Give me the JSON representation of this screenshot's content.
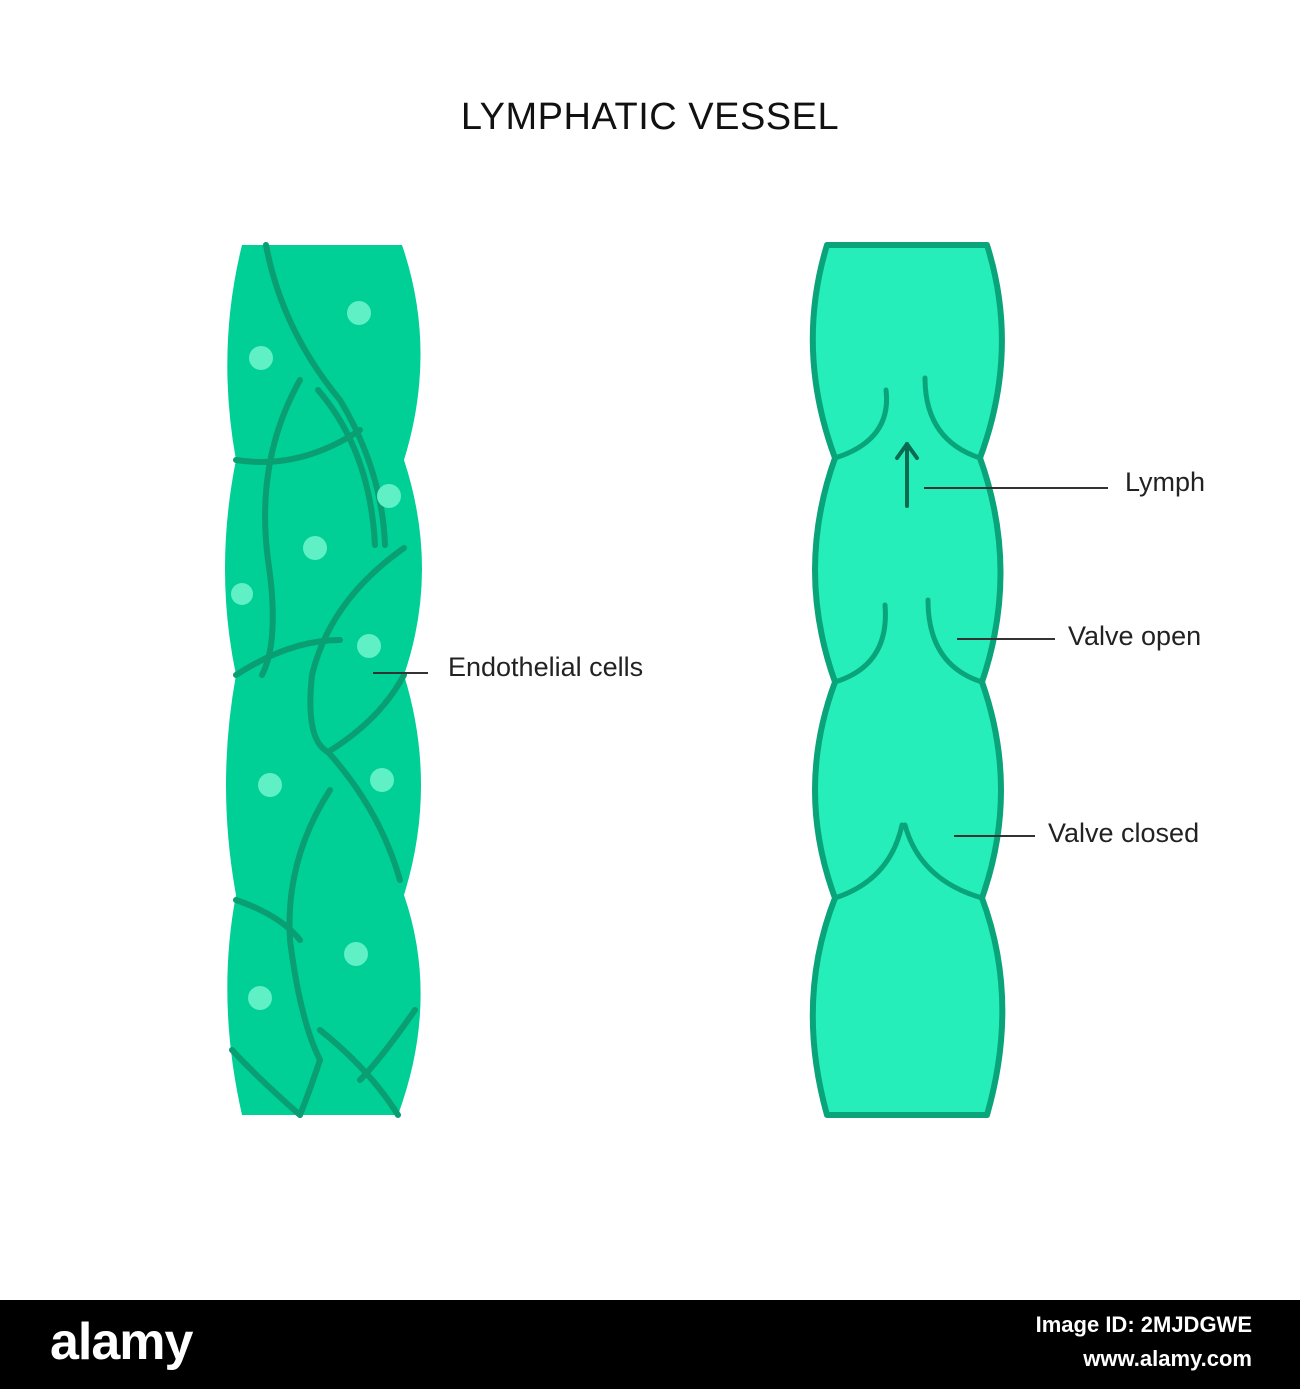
{
  "title": "LYMPHATIC VESSEL",
  "labels": {
    "endothelial": "Endothelial cells",
    "lymph": "Lymph",
    "valve_open": "Valve open",
    "valve_closed": "Valve closed"
  },
  "colors": {
    "left_vessel_fill": "#00cf96",
    "left_vessel_line": "#0a9e73",
    "right_vessel_fill": "#25eebb",
    "right_vessel_line": "#0aa47a",
    "dots": "#5ff0c6",
    "leader_lines": "#333333",
    "footer_bg": "#000000"
  },
  "footer": {
    "brand": "alamy",
    "image_id": "Image ID: 2MJDGWE",
    "site": "www.alamy.com"
  }
}
